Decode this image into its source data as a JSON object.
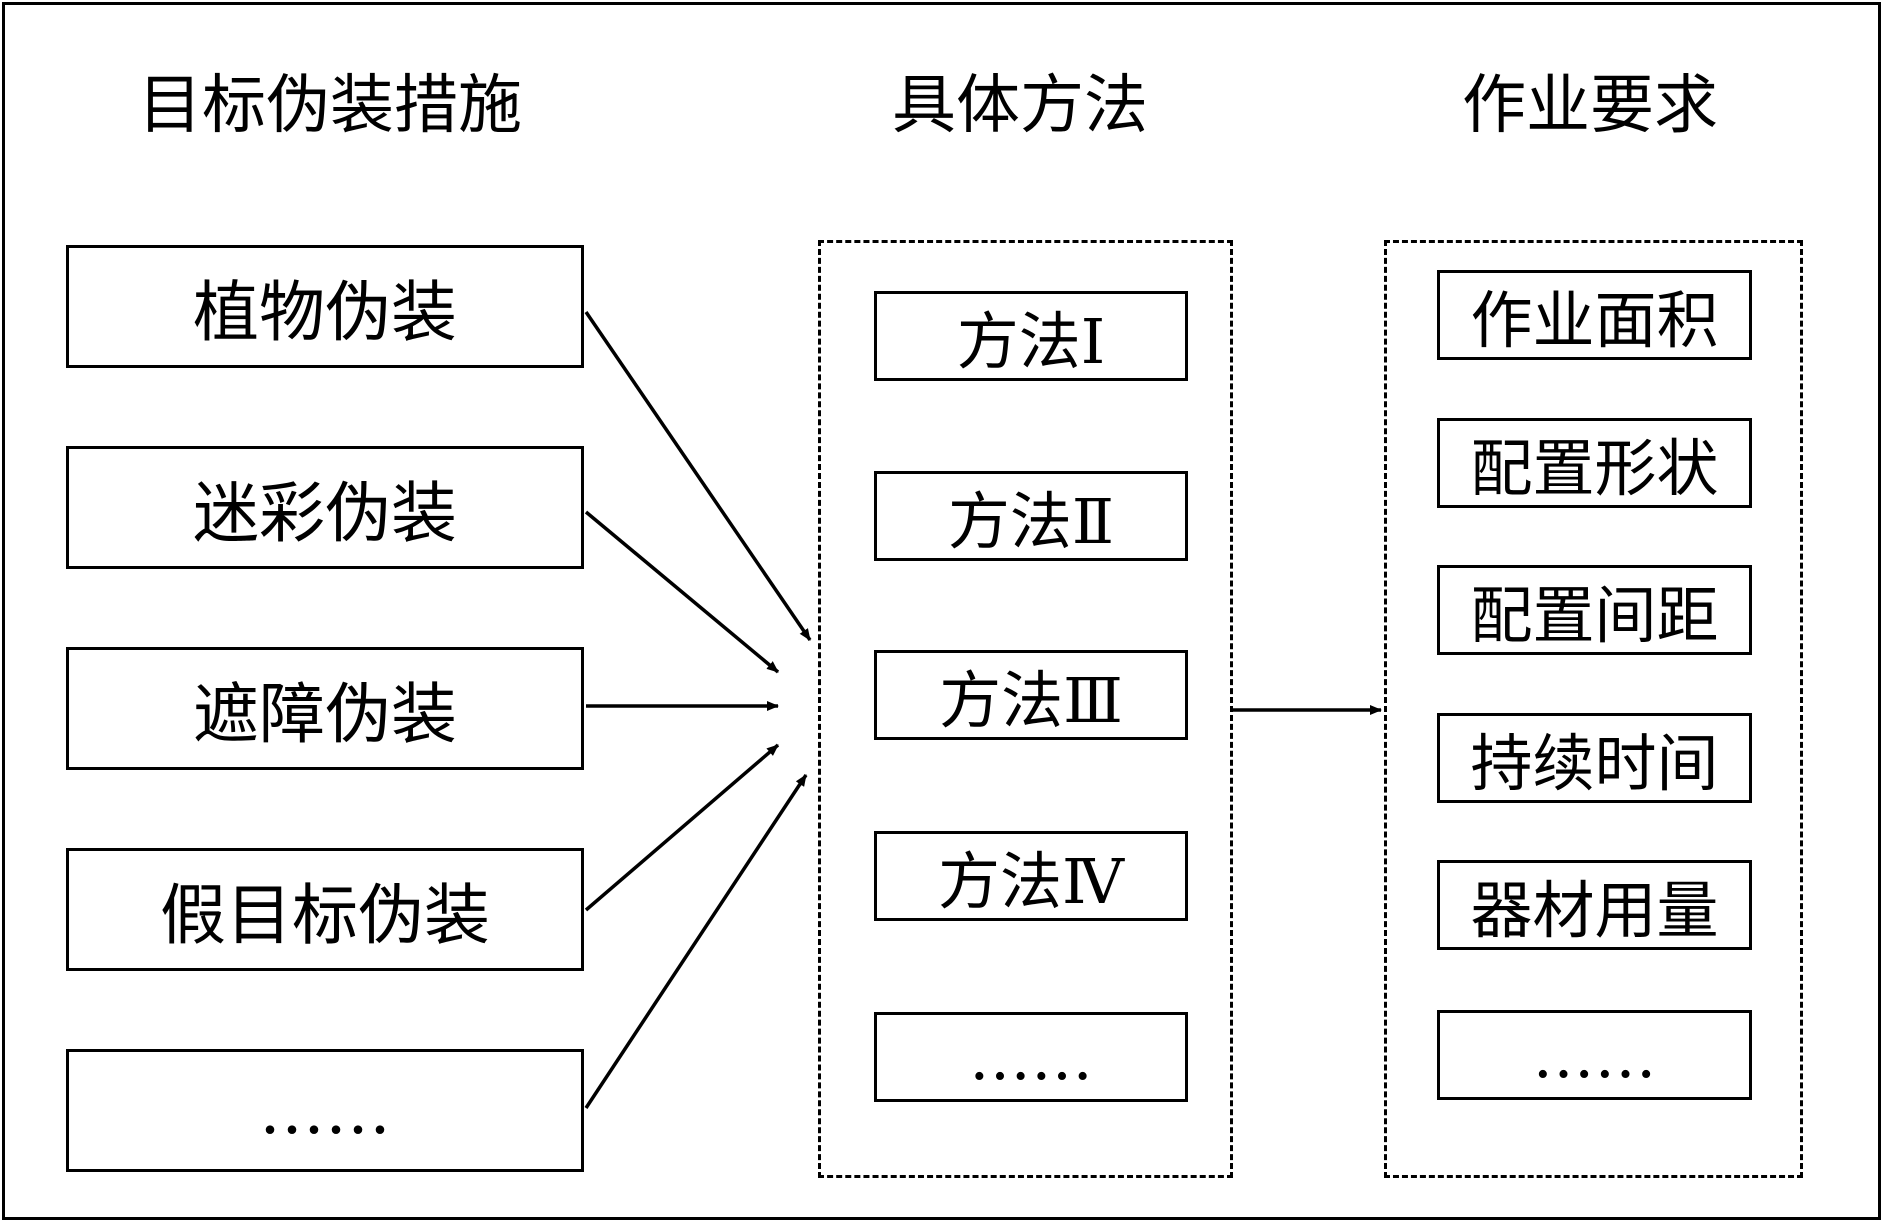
{
  "headers": {
    "left": "目标伪装措施",
    "middle": "具体方法",
    "right": "作业要求"
  },
  "measures": [
    {
      "label": "植物伪装"
    },
    {
      "label": "迷彩伪装"
    },
    {
      "label": "遮障伪装"
    },
    {
      "label": "假目标伪装"
    },
    {
      "label": "……"
    }
  ],
  "methods": [
    {
      "label": "方法Ⅰ"
    },
    {
      "label": "方法Ⅱ"
    },
    {
      "label": "方法Ⅲ"
    },
    {
      "label": "方法Ⅳ"
    },
    {
      "label": "……"
    }
  ],
  "requirements": [
    {
      "label": "作业面积"
    },
    {
      "label": "配置形状"
    },
    {
      "label": "配置间距"
    },
    {
      "label": "持续时间"
    },
    {
      "label": "器材用量"
    },
    {
      "label": "……"
    }
  ]
}
